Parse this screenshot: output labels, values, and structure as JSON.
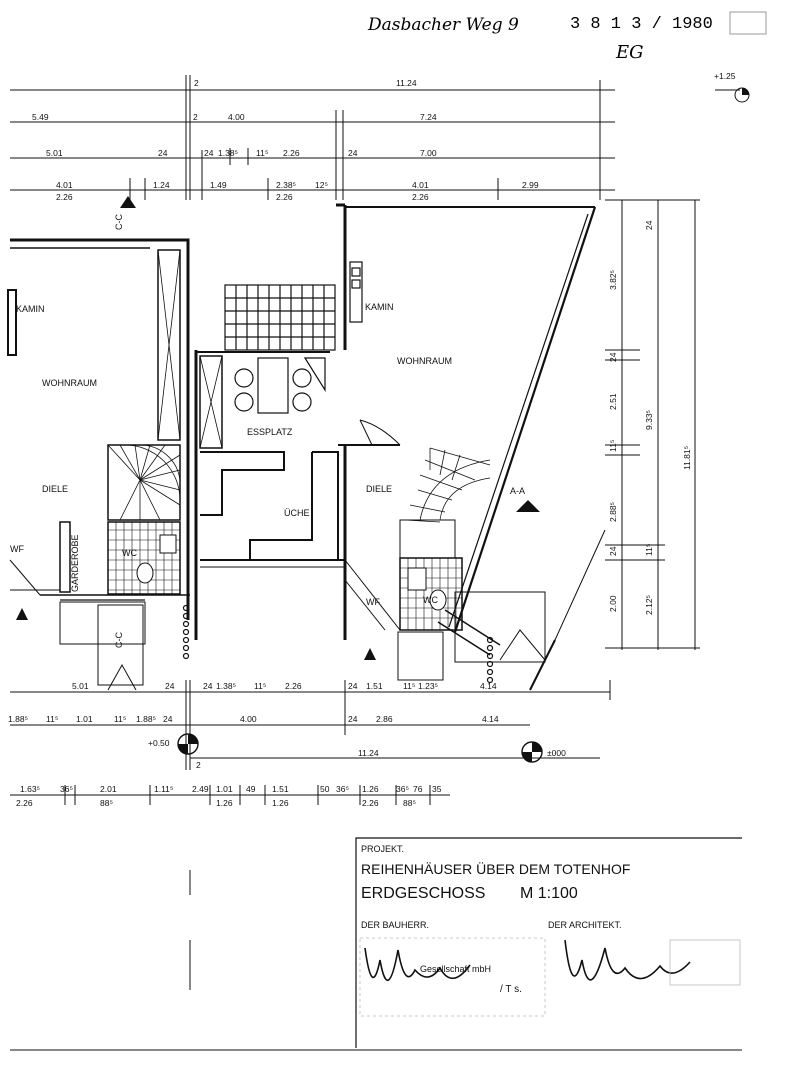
{
  "header": {
    "address": "Dasbacher Weg 9",
    "file_number": "3 8 1 3 / 1980",
    "floor_code": "EG"
  },
  "levels": {
    "top_right": "+1.25",
    "bottom_left": "+0.50",
    "bottom_right": "±000"
  },
  "sections": {
    "cc": "C-C",
    "aa": "A-A"
  },
  "rooms": {
    "kamin_left": "KAMIN",
    "wohnraum_left": "WOHNRAUM",
    "diele_left": "DIELE",
    "wc_left": "WC",
    "wf_left": "WF",
    "garderobe": "GARDEROBE",
    "kamin_right": "KAMIN",
    "wohnraum_right": "WOHNRAUM",
    "essplatz": "ESSPLATZ",
    "kueche": "ÜCHE",
    "diele_right": "DIELE",
    "wc_right": "WC",
    "wf_right": "WF"
  },
  "dims_top": {
    "r1": [
      "2",
      "11.24"
    ],
    "r2": [
      "5.49",
      "2",
      "4.00",
      "7.24"
    ],
    "r3": [
      "5.01",
      "24",
      "24",
      "1.38⁵",
      "11⁵",
      "2.26",
      "24",
      "7.00"
    ],
    "r4": [
      "4.01",
      "1.24",
      "1.49",
      "2.38⁵",
      "12⁵",
      "4.01",
      "2.99"
    ],
    "r5": [
      "2.26",
      "2.26",
      "2.26"
    ]
  },
  "dims_right": {
    "c1": [
      "24",
      "3.82⁵",
      "24",
      "2.51",
      "11⁵",
      "2.88⁵",
      "24",
      "2.00"
    ],
    "c2": [
      "9.33⁵",
      "11⁵",
      "2.12⁵"
    ],
    "c3": [
      "11.81⁵"
    ]
  },
  "dims_bottom": {
    "r1": [
      "5.01",
      "24",
      "24",
      "1.38⁵",
      "11⁵",
      "2.26",
      "24",
      "1.51",
      "11⁵",
      "1.23⁵",
      "4.14"
    ],
    "r2": [
      "1.88⁵",
      "11⁵",
      "1.01",
      "11⁵",
      "1.88⁵",
      "24",
      "4.00",
      "24",
      "2.86",
      "4.14"
    ],
    "r3": [
      "2",
      "11.24"
    ],
    "r4": [
      "1.63⁵",
      "36⁵",
      "2.01",
      "1.11⁵",
      "2.49",
      "1.01",
      "49",
      "1.51",
      "50",
      "36⁵",
      "1.26",
      "36⁵",
      "76",
      "35"
    ],
    "r5": [
      "2.26",
      "88⁵",
      "1.26",
      "1.26",
      "2.26",
      "88⁵"
    ]
  },
  "title_block": {
    "project_label": "PROJEKT.",
    "project_name": "REIHENHÄUSER ÜBER DEM TOTENHOF",
    "drawing": "ERDGESCHOSS",
    "scale": "M 1:100",
    "owner_label": "DER BAUHERR.",
    "architect_label": "DER ARCHITEKT.",
    "stamp_lines": [
      "Gesellschaft mbH",
      "/ T s."
    ]
  }
}
